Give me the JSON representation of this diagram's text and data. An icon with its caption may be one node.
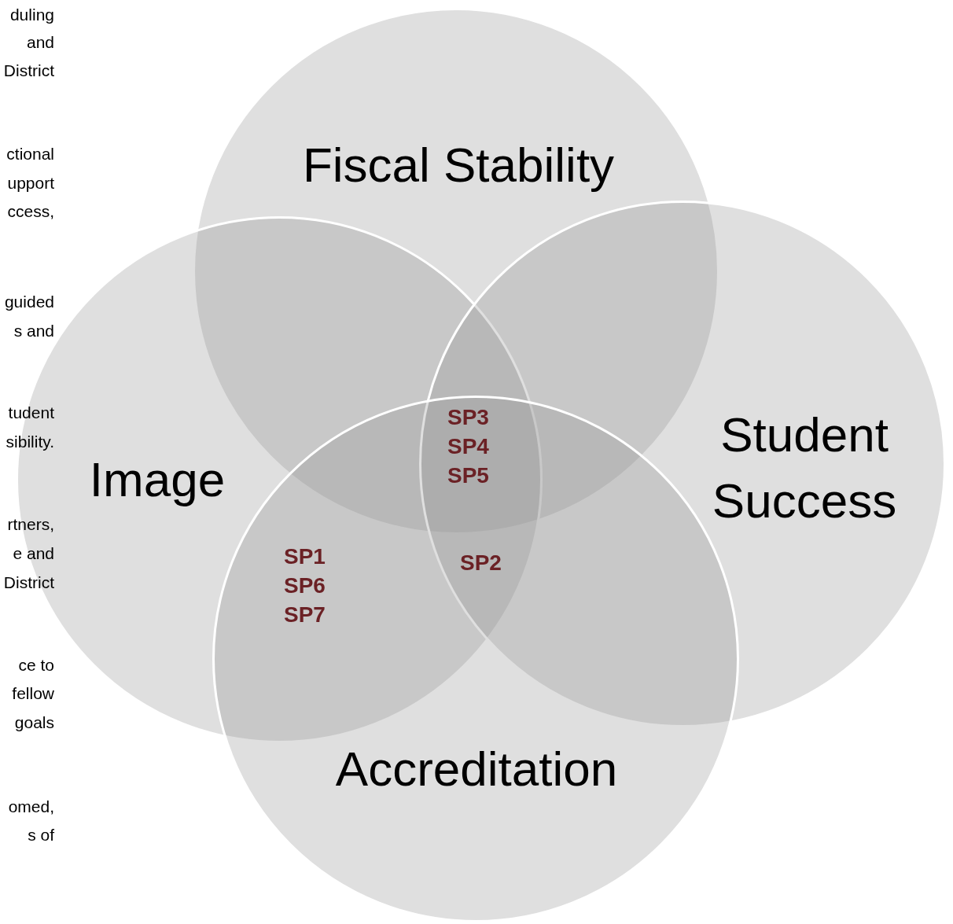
{
  "diagram": {
    "nodes": [
      {
        "text": [
          "Fiscal Stability"
        ]
      },
      {
        "text": [
          "Image"
        ]
      },
      {
        "text": [
          "Student Success"
        ]
      },
      {
        "text": [
          "Accreditation"
        ]
      }
    ],
    "labels": [
      "duling",
      "and",
      "District",
      "ctional",
      "upport",
      "ccess,",
      "guided",
      "s and",
      "tudent",
      "sibility.",
      "rtners,",
      "e and",
      "District",
      "ce to",
      "fellow",
      "goals",
      "omed,",
      "s of",
      "SP3",
      "SP4",
      "SP5",
      "SP1",
      "SP6",
      "SP7",
      "SP2"
    ]
  }
}
